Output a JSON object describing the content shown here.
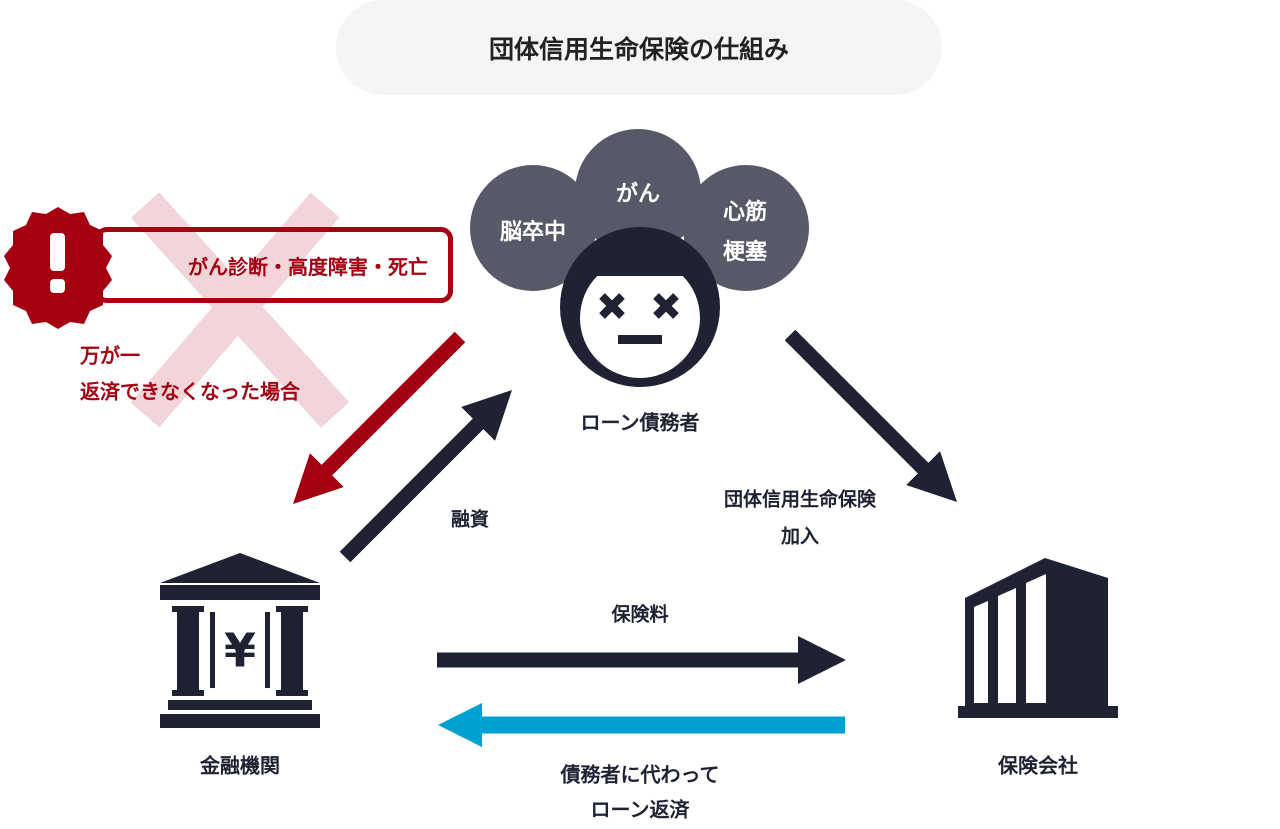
{
  "title": "団体信用生命保険の仕組み",
  "warning": {
    "icon": "exclamation-icon",
    "label": "がん診断・高度障害・死亡",
    "caption_line1": "万が一",
    "caption_line2": "返済できなくなった場合"
  },
  "diseases": [
    "脳卒中",
    "がん",
    "心筋",
    "梗塞"
  ],
  "borrower": {
    "label": "ローン債務者",
    "icon": "dead-face-icon"
  },
  "bank": {
    "label": "金融機関",
    "icon": "bank-yen-icon",
    "symbol": "¥"
  },
  "insurer": {
    "label": "保険会社",
    "icon": "building-icon"
  },
  "flows": {
    "loan": "融資",
    "join_line1": "団体信用生命保険",
    "join_line2": "加入",
    "premium": "保険料",
    "repay_line1": "債務者に代わって",
    "repay_line2": "ローン返済"
  },
  "colors": {
    "dark": "#1e2233",
    "red": "#a50012",
    "blue": "#00a0d2",
    "pink": "#f1d5d9",
    "bubble": "#4a4c5c"
  }
}
